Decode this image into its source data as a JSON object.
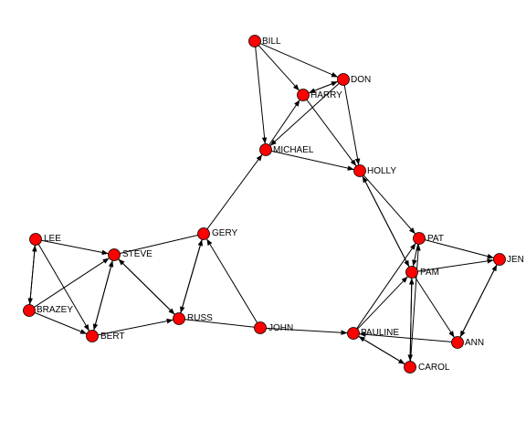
{
  "graph": {
    "node_color": "#ff0000",
    "edge_color": "#000000",
    "label_color": "#000000",
    "nodes": [
      {
        "id": "BILL",
        "label": "BILL"
      },
      {
        "id": "DON",
        "label": "DON"
      },
      {
        "id": "HARRY",
        "label": "HARRY"
      },
      {
        "id": "MICHAEL",
        "label": "MICHAEL"
      },
      {
        "id": "HOLLY",
        "label": "HOLLY"
      },
      {
        "id": "GERY",
        "label": "GERY"
      },
      {
        "id": "LEE",
        "label": "LEE"
      },
      {
        "id": "STEVE",
        "label": "STEVE"
      },
      {
        "id": "BRAZEY",
        "label": "BRAZEY"
      },
      {
        "id": "BERT",
        "label": "BERT"
      },
      {
        "id": "RUSS",
        "label": "RUSS"
      },
      {
        "id": "JOHN",
        "label": "JOHN"
      },
      {
        "id": "PAULINE",
        "label": "PAULINE"
      },
      {
        "id": "PAT",
        "label": "PAT"
      },
      {
        "id": "PAM",
        "label": "PAM"
      },
      {
        "id": "JEN",
        "label": "JEN"
      },
      {
        "id": "ANN",
        "label": "ANN"
      },
      {
        "id": "CAROL",
        "label": "CAROL"
      }
    ],
    "edges": [
      {
        "source": "BILL",
        "target": "DON",
        "directed": true
      },
      {
        "source": "BILL",
        "target": "HARRY",
        "directed": true
      },
      {
        "source": "BILL",
        "target": "MICHAEL",
        "directed": true
      },
      {
        "source": "HARRY",
        "target": "DON",
        "directed": true
      },
      {
        "source": "DON",
        "target": "HARRY",
        "directed": true
      },
      {
        "source": "DON",
        "target": "HOLLY",
        "directed": true
      },
      {
        "source": "HARRY",
        "target": "HOLLY",
        "directed": true
      },
      {
        "source": "MICHAEL",
        "target": "HARRY",
        "directed": true
      },
      {
        "source": "DON",
        "target": "MICHAEL",
        "directed": true
      },
      {
        "source": "MICHAEL",
        "target": "HOLLY",
        "directed": true
      },
      {
        "source": "GERY",
        "target": "MICHAEL",
        "directed": true
      },
      {
        "source": "STEVE",
        "target": "GERY",
        "directed": false
      },
      {
        "source": "GERY",
        "target": "RUSS",
        "directed": true
      },
      {
        "source": "RUSS",
        "target": "GERY",
        "directed": true
      },
      {
        "source": "JOHN",
        "target": "GERY",
        "directed": true
      },
      {
        "source": "LEE",
        "target": "STEVE",
        "directed": true
      },
      {
        "source": "LEE",
        "target": "BRAZEY",
        "directed": true
      },
      {
        "source": "BRAZEY",
        "target": "LEE",
        "directed": true
      },
      {
        "source": "LEE",
        "target": "BERT",
        "directed": true
      },
      {
        "source": "BRAZEY",
        "target": "STEVE",
        "directed": true
      },
      {
        "source": "BRAZEY",
        "target": "BERT",
        "directed": true
      },
      {
        "source": "BERT",
        "target": "STEVE",
        "directed": true
      },
      {
        "source": "STEVE",
        "target": "BERT",
        "directed": true
      },
      {
        "source": "STEVE",
        "target": "RUSS",
        "directed": true
      },
      {
        "source": "RUSS",
        "target": "STEVE",
        "directed": true
      },
      {
        "source": "BERT",
        "target": "RUSS",
        "directed": true
      },
      {
        "source": "RUSS",
        "target": "JOHN",
        "directed": false
      },
      {
        "source": "JOHN",
        "target": "PAULINE",
        "directed": true
      },
      {
        "source": "HOLLY",
        "target": "PAT",
        "directed": true
      },
      {
        "source": "HOLLY",
        "target": "PAM",
        "directed": true
      },
      {
        "source": "PAM",
        "target": "HOLLY",
        "directed": true
      },
      {
        "source": "PAT",
        "target": "JEN",
        "directed": true
      },
      {
        "source": "PAM",
        "target": "JEN",
        "directed": true
      },
      {
        "source": "PAT",
        "target": "PAM",
        "directed": true
      },
      {
        "source": "PAULINE",
        "target": "PAT",
        "directed": true
      },
      {
        "source": "PAULINE",
        "target": "PAM",
        "directed": true
      },
      {
        "source": "PAM",
        "target": "ANN",
        "directed": true
      },
      {
        "source": "JEN",
        "target": "ANN",
        "directed": true
      },
      {
        "source": "ANN",
        "target": "JEN",
        "directed": true
      },
      {
        "source": "PAM",
        "target": "CAROL",
        "directed": true
      },
      {
        "source": "CAROL",
        "target": "PAM",
        "directed": true
      },
      {
        "source": "CAROL",
        "target": "PAT",
        "directed": true
      },
      {
        "source": "ANN",
        "target": "PAULINE",
        "directed": true
      },
      {
        "source": "PAULINE",
        "target": "CAROL",
        "directed": true
      },
      {
        "source": "CAROL",
        "target": "PAULINE",
        "directed": true
      }
    ]
  }
}
